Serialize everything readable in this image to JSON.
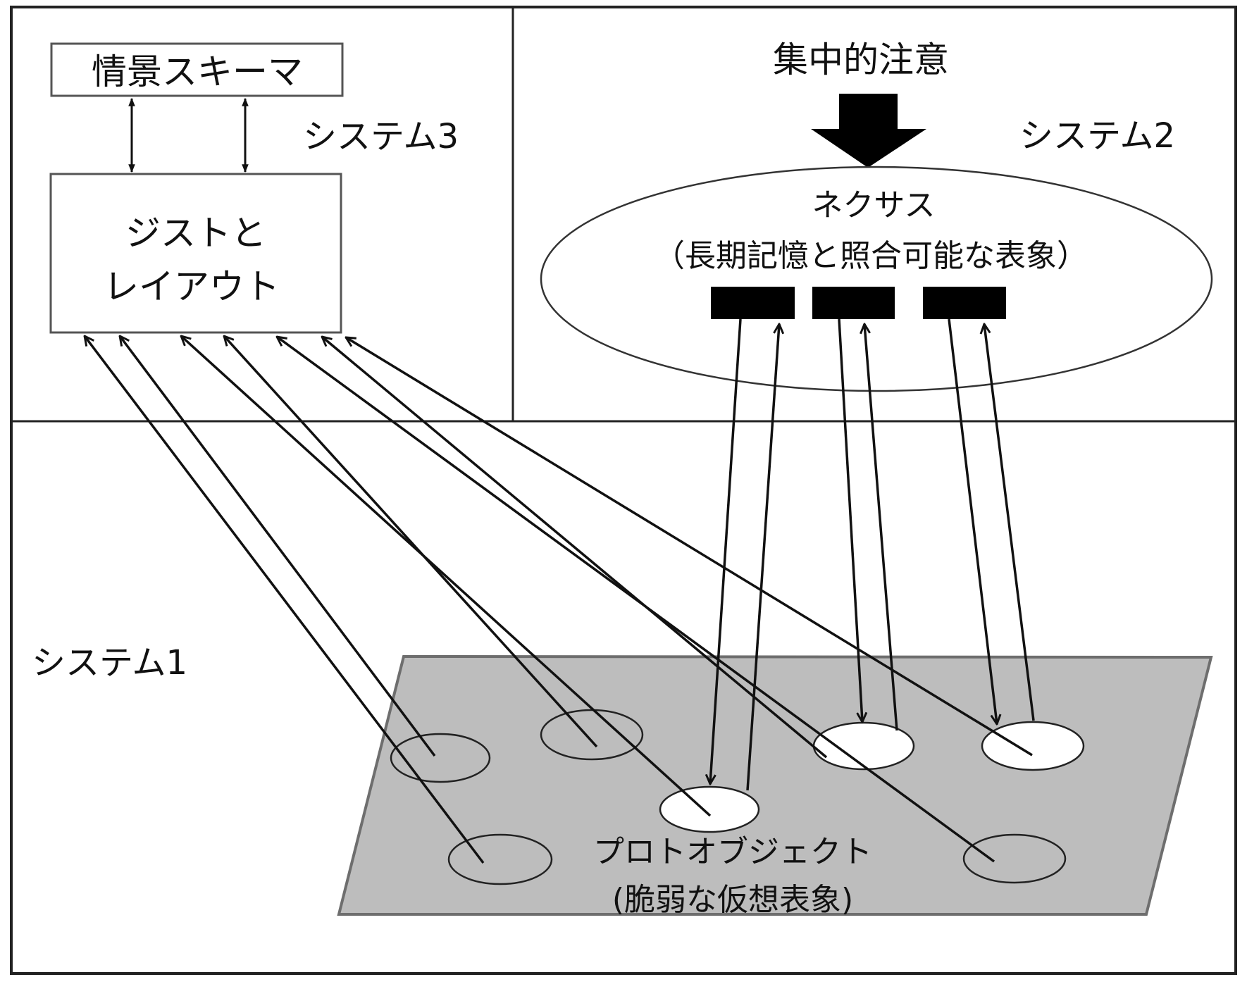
{
  "diagram": {
    "title": "集中的注意",
    "systems": {
      "system1": "システム1",
      "system2": "システム2",
      "system3": "システム3"
    },
    "scene_schema": {
      "label": "情景スキーマ"
    },
    "gist_layout": {
      "line1": "ジストと",
      "line2": "レイアウト"
    },
    "nexus": {
      "line1": "ネクサス",
      "line2": "（長期記憶と照合可能な表象）",
      "slots": 3
    },
    "proto_objects": {
      "line1": "プロトオブジェクト",
      "line2": "(脆弱な仮想表象)",
      "count": 7,
      "highlighted_count": 3
    },
    "colors": {
      "line": "#111111",
      "plane_fill": "#bdbdbd",
      "plane_edge": "#6e6e6e",
      "highlight_fill": "#ffffff",
      "slot_fill": "#000000"
    }
  }
}
